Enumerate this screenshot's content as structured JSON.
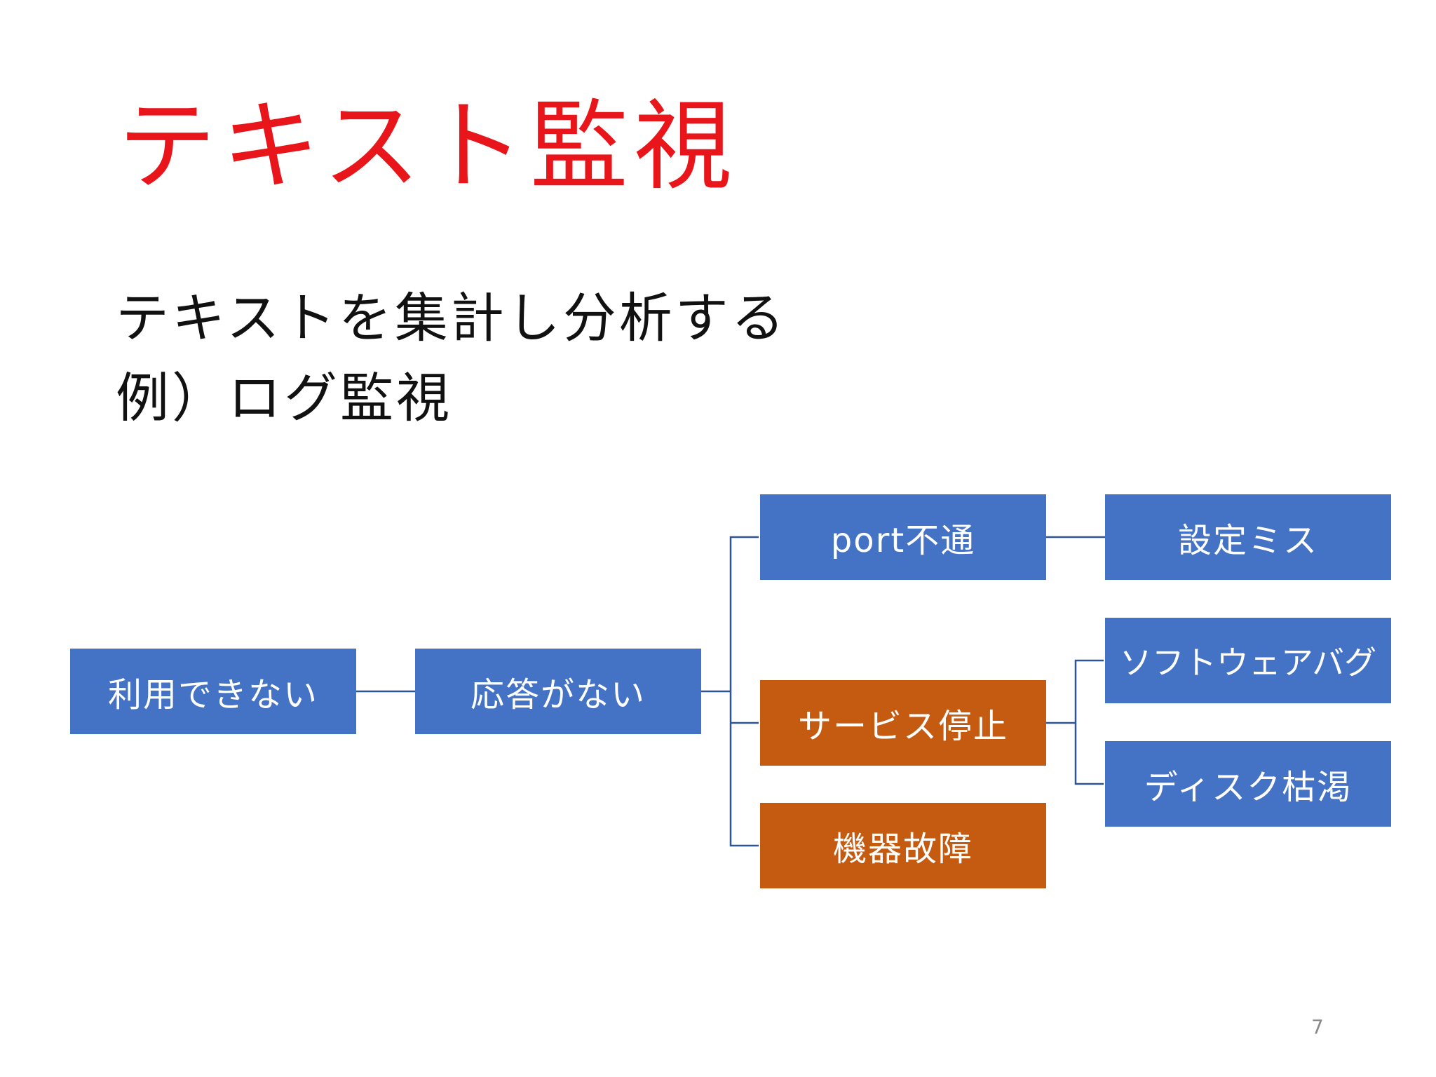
{
  "slide": {
    "title": "テキスト監視",
    "body": [
      "テキストを集計し分析する",
      "例）ログ監視"
    ],
    "page_number": "7"
  },
  "diagram": {
    "nodes": {
      "unavailable": "利用できない",
      "no_response": "応答がない",
      "port_unreachable": "port不通",
      "service_stopped": "サービス停止",
      "device_failure": "機器故障",
      "config_error": "設定ミス",
      "software_bug": "ソフトウェアバグ",
      "disk_full": "ディスク枯渇"
    },
    "edges": [
      [
        "unavailable",
        "no_response"
      ],
      [
        "no_response",
        "port_unreachable"
      ],
      [
        "no_response",
        "service_stopped"
      ],
      [
        "no_response",
        "device_failure"
      ],
      [
        "port_unreachable",
        "config_error"
      ],
      [
        "service_stopped",
        "software_bug"
      ],
      [
        "service_stopped",
        "disk_full"
      ]
    ]
  },
  "colors": {
    "title": "#e8151a",
    "node_blue": "#4472c4",
    "node_orange": "#c55a11",
    "connector": "#2f5597"
  }
}
